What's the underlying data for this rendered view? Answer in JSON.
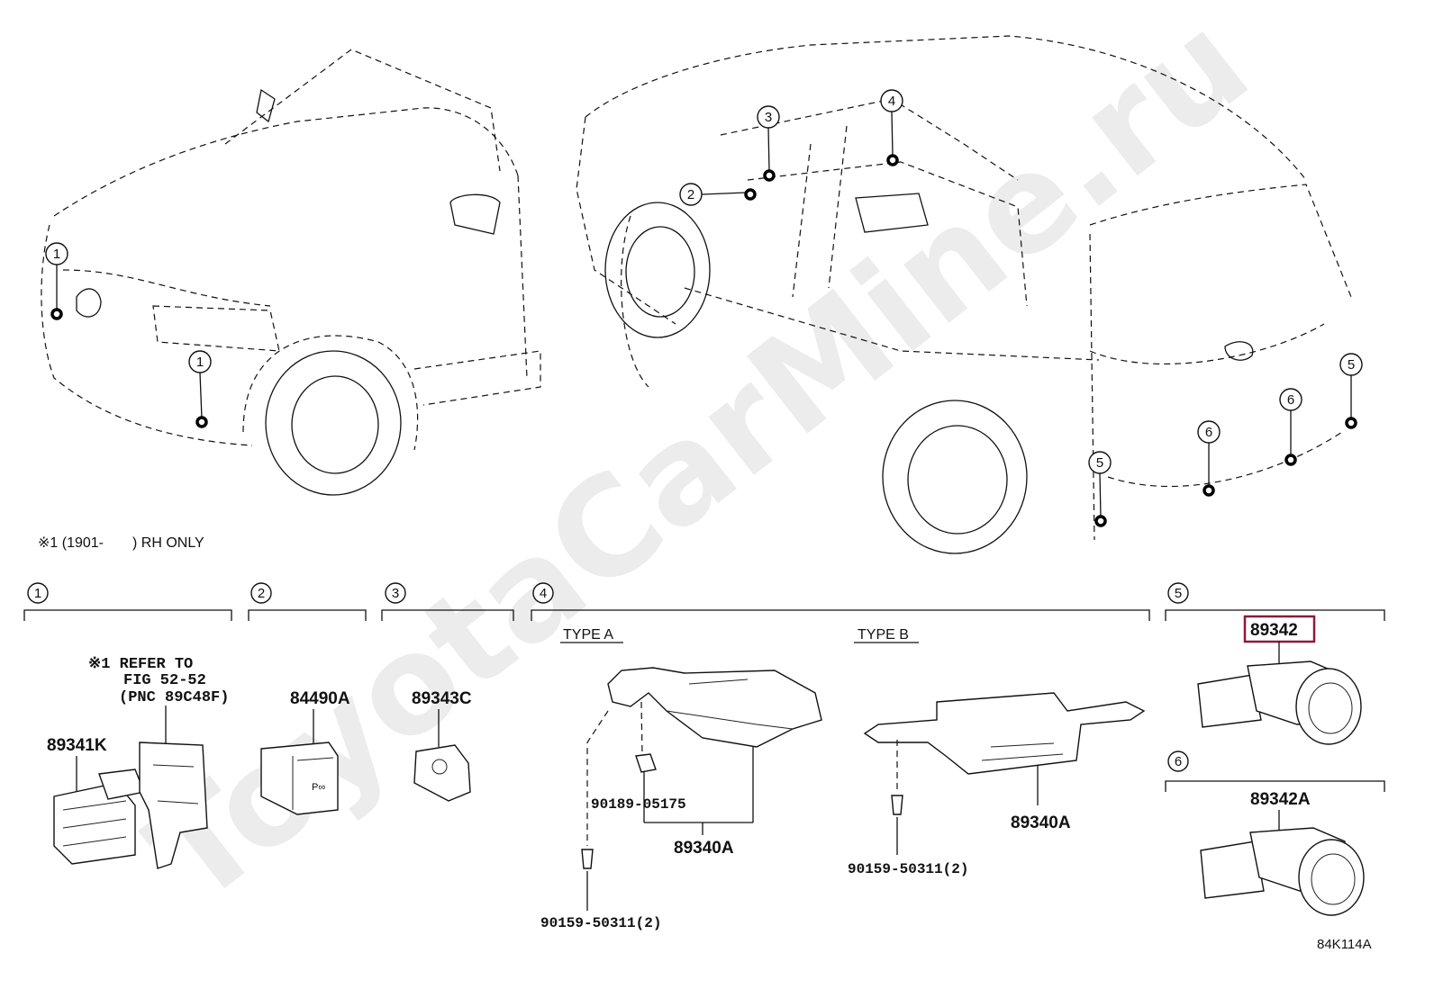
{
  "watermark": "ToyotaCarMine.ru",
  "note_rh_only": "※1 (1901-　　) RH ONLY",
  "callouts": [
    {
      "id": "1",
      "label": "1"
    },
    {
      "id": "2",
      "label": "2"
    },
    {
      "id": "3",
      "label": "3"
    },
    {
      "id": "4",
      "label": "4"
    },
    {
      "id": "5",
      "label": "5"
    },
    {
      "id": "6",
      "label": "6"
    }
  ],
  "groups": {
    "g1": {
      "num": "1",
      "refer_line1": "※1 REFER TO",
      "refer_line2": "FIG 52-52",
      "refer_line3": "(PNC 89C48F)",
      "part": "89341K"
    },
    "g2": {
      "num": "2",
      "part": "84490A"
    },
    "g3": {
      "num": "3",
      "part": "89343C"
    },
    "g4": {
      "num": "4",
      "type_a": "TYPE A",
      "type_b": "TYPE B",
      "part_a": "89340A",
      "part_b": "89340A",
      "clip": "90189-05175",
      "bolt_a": "90159-50311(2)",
      "bolt_b": "90159-50311(2)"
    },
    "g5": {
      "num": "5",
      "part": "89342",
      "highlight_color": "#8b1a3a"
    },
    "g6": {
      "num": "6",
      "part": "89342A"
    }
  },
  "figure_code": "84K114A"
}
